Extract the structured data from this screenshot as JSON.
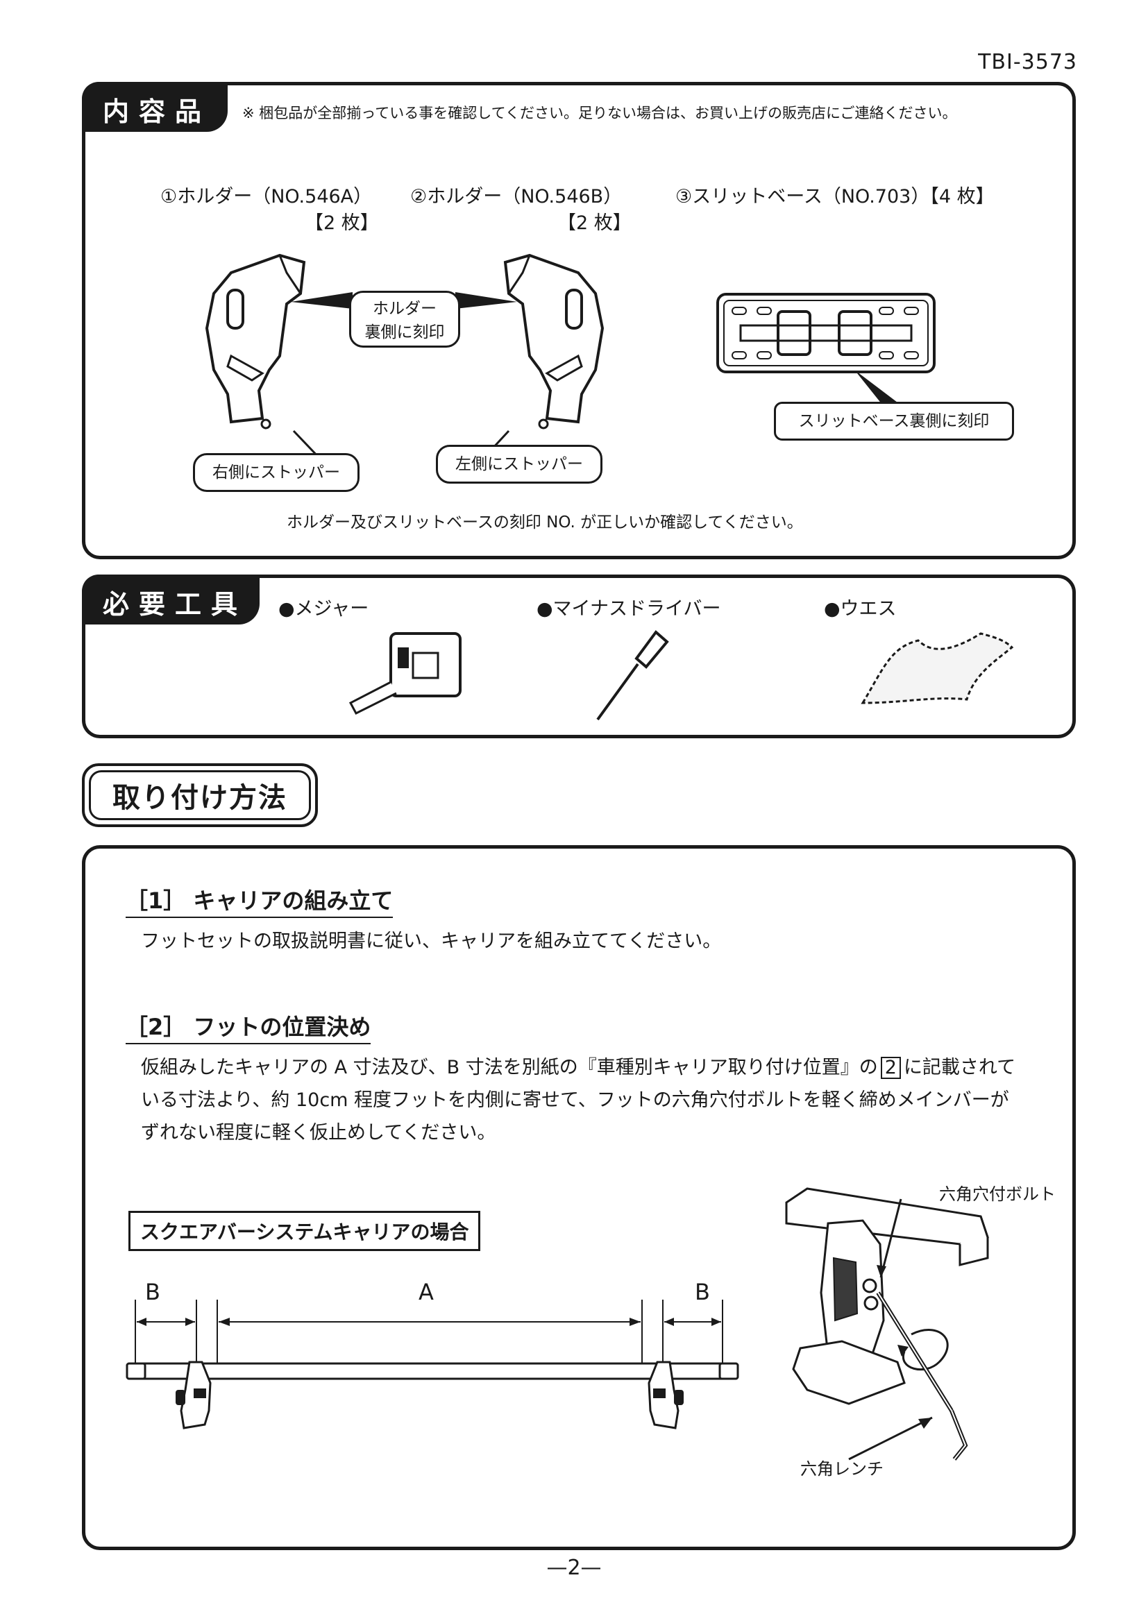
{
  "header": {
    "model_no": "TBI-3573"
  },
  "contents": {
    "tab_label": "内容品",
    "note": "※ 梱包品が全部揃っている事を確認してください。足りない場合は、お買い上げの販売店にご連絡ください。",
    "items": [
      {
        "name": "①ホルダー（NO.546A）",
        "qty": "【2 枚】"
      },
      {
        "name": "②ホルダー（NO.546B）",
        "qty": "【2 枚】"
      },
      {
        "name": "③スリットベース（NO.703）【4 枚】"
      }
    ],
    "callouts": {
      "holder_mark_line1": "ホルダー",
      "holder_mark_line2": "裏側に刻印",
      "right_stopper": "右側にストッパー",
      "left_stopper": "左側にストッパー",
      "slit_mark": "スリットベース裏側に刻印"
    },
    "footer_note": "ホルダー及びスリットベースの刻印 NO. が正しいか確認してください。"
  },
  "tools": {
    "tab_label": "必要工具",
    "items": [
      "●メジャー",
      "●マイナスドライバー",
      "●ウエス"
    ]
  },
  "install": {
    "section_title": "取り付け方法",
    "step1": {
      "heading": "［1］ キャリアの組み立て",
      "text": "フットセットの取扱説明書に従い、キャリアを組み立ててください。"
    },
    "step2": {
      "heading": "［2］ フットの位置決め",
      "line1_a": "仮組みしたキャリアの A 寸法及び、B 寸法を別紙の『車種別キャリア取り付け位置』の",
      "line1_num": "2",
      "line1_b": "に記載されて",
      "line2": "いる寸法より、約 10cm 程度フットを内側に寄せて、フットの六角穴付ボルトを軽く締めメインバーが",
      "line3": "ずれない程度に軽く仮止めしてください。"
    },
    "diagram": {
      "frame_label": "スクエアバーシステムキャリアの場合",
      "dim_a": "A",
      "dim_b_left": "B",
      "dim_b_right": "B",
      "bolt_label": "六角穴付ボルト",
      "wrench_label": "六角レンチ"
    }
  },
  "footer": {
    "page": "—2—"
  },
  "colors": {
    "ink": "#1a1a1a",
    "paper": "#ffffff",
    "tab_text": "#ffffff"
  }
}
